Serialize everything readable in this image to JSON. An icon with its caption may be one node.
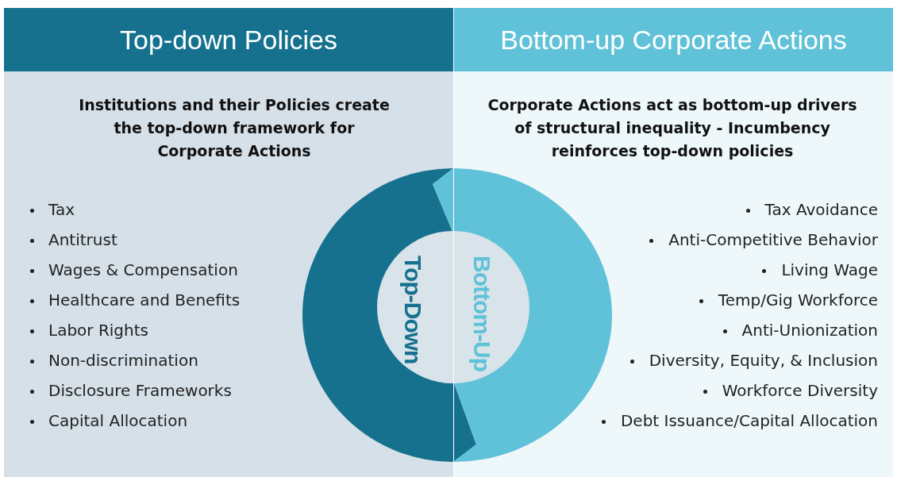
{
  "diagram": {
    "nodes": [
      {
        "text": [
          "Top-down Policies",
          "Institutions and their Policies create the top-down framework for Corporate Actions"
        ]
      },
      {
        "text": [
          "Bottom-up Corporate Actions",
          "Corporate Actions act as bottom-up drivers of structural inequality - Incumbency reinforces top-down policies"
        ]
      },
      {
        "text": [
          "Top-Down"
        ],
        "in": 0
      },
      {
        "text": [
          "Bottom-Up"
        ],
        "in": 1
      }
    ],
    "labels": [
      "Tax",
      "Antitrust",
      "Wages & Compensation",
      "Healthcare and Benefits",
      "Labor Rights",
      "Non-discrimination",
      "Disclosure Frameworks",
      "Capital Allocation",
      "Tax Avoidance",
      "Anti-Competitive Behavior",
      "Living Wage",
      "Temp/Gig Workforce",
      "Anti-Unionization",
      "Diversity, Equity, & Inclusion",
      "Workforce Diversity",
      "Debt Issuance/Capital Allocation"
    ]
  }
}
